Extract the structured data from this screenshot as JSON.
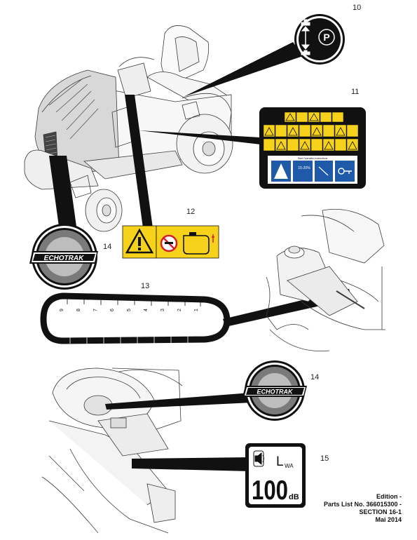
{
  "callouts": {
    "c10": "10",
    "c11": "11",
    "c12": "12",
    "c13": "13",
    "c14a": "14",
    "c14b": "14",
    "c15": "15"
  },
  "brand": {
    "logo_text": "ECHOTRAK"
  },
  "decal_11": {
    "subtitle": "Start Operation Instructions",
    "slope_text": "15-20%"
  },
  "decal_13": {
    "scale_numbers": [
      "1",
      "2",
      "3",
      "4",
      "5",
      "6",
      "7",
      "8",
      "9"
    ]
  },
  "decal_15": {
    "l_label": "L",
    "wa_label": "WA",
    "value": "100",
    "unit": "dB"
  },
  "footer": {
    "line1": "Edition -",
    "line2": "Parts List No. 366015300 -",
    "line3": "SECTION 16-1",
    "line4": "Mai 2014"
  }
}
